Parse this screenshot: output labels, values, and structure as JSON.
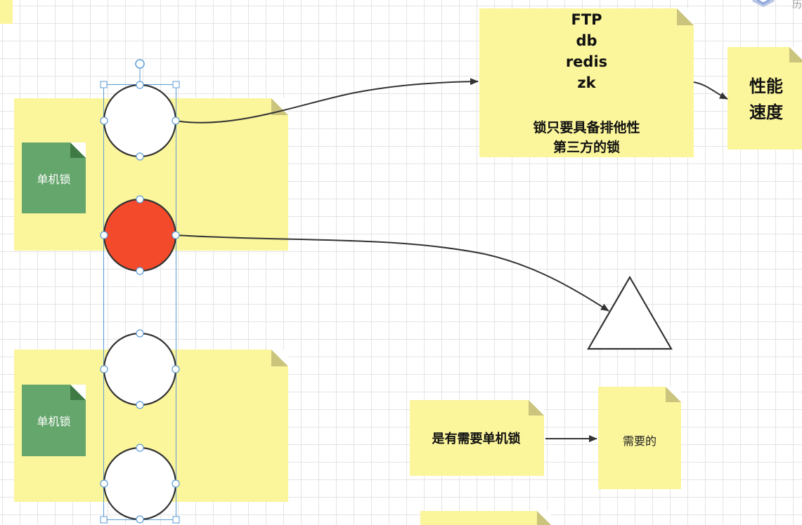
{
  "notes": {
    "storage": {
      "lines": [
        "FTP",
        "db",
        "redis",
        "zk"
      ],
      "lock_lines": [
        "锁只要具备排他性",
        "第三方的锁"
      ]
    },
    "performance": {
      "lines": [
        "性能",
        "速度"
      ]
    },
    "need_single_lock": {
      "label": "是有需要单机锁"
    },
    "needed": {
      "label": "需要的"
    },
    "single_lock_top": {
      "label": "单机锁"
    },
    "single_lock_bottom": {
      "label": "单机锁"
    }
  },
  "shapes": {
    "circles": [
      {
        "name": "circle-1",
        "fill": "#ffffff",
        "state": "selected"
      },
      {
        "name": "circle-2",
        "fill": "#f24a2b",
        "state": "selected"
      },
      {
        "name": "circle-3",
        "fill": "#ffffff",
        "state": "selected"
      },
      {
        "name": "circle-4",
        "fill": "#ffffff",
        "state": "selected"
      }
    ],
    "triangle": {
      "fill": "#ffffff"
    }
  },
  "colors": {
    "sticky_yellow": "#fbf59c",
    "single_lock_green": "#65a66c",
    "selection_blue": "#5b9bd5",
    "red_circle": "#f24a2b"
  },
  "icons": {
    "rotate_handle": "rotate-handle-icon",
    "corner_logo": "app-logo-icon"
  },
  "corner_text": "历"
}
